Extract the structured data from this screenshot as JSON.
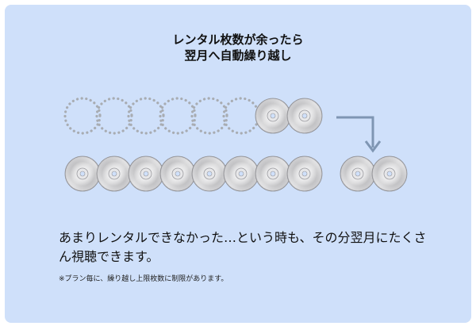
{
  "heading": {
    "line1": "レンタル枚数が余ったら",
    "line2": "翌月へ自動繰り越し"
  },
  "illustration": {
    "top_row_empty_discs": 6,
    "top_row_filled_discs": 2,
    "bottom_row_filled_discs": 8,
    "carried_over_discs": 2,
    "disc_color": "#b9b9bc",
    "arrow_color": "#7f96b3"
  },
  "description": "あまりレンタルできなかった…という時も、その分翌月にたくさん視聴できます。",
  "note": "※プラン毎に、繰り越し上限枚数に制限があります。",
  "colors": {
    "panel_background": "#cfe0fa",
    "dotted_outline": "#a8acb2"
  }
}
